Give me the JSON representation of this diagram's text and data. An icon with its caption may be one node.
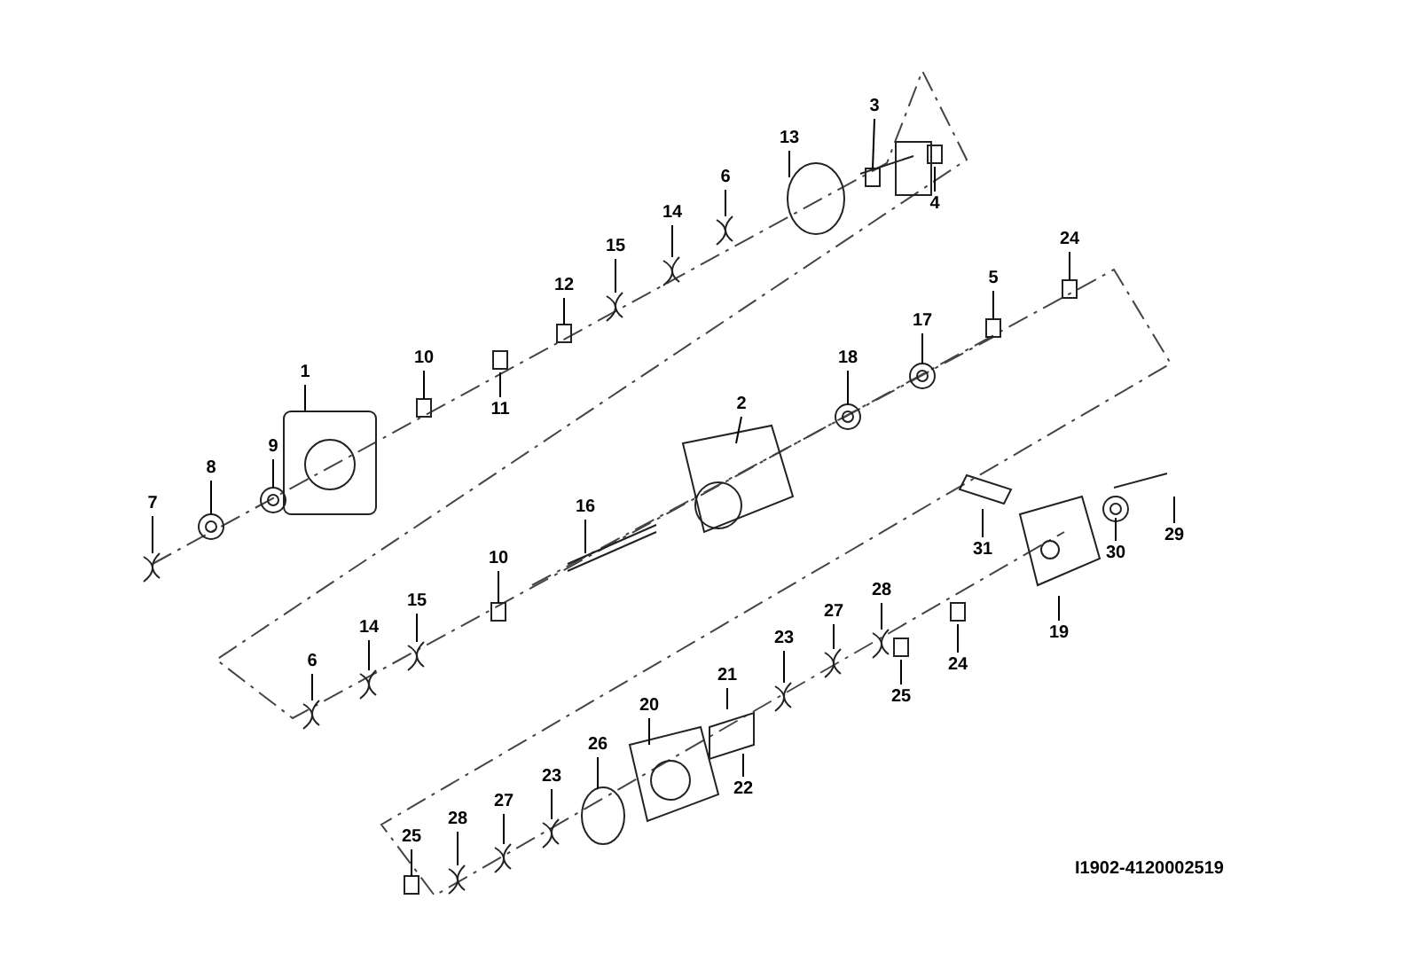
{
  "diagram": {
    "nodes": [
      {
        "text": [
          "1"
        ]
      },
      {
        "text": [
          "2"
        ]
      },
      {
        "text": [
          "3"
        ]
      },
      {
        "text": [
          "4"
        ]
      },
      {
        "text": [
          "5"
        ]
      },
      {
        "text": [
          "6"
        ]
      },
      {
        "text": [
          "7"
        ]
      },
      {
        "text": [
          "8"
        ]
      },
      {
        "text": [
          "9"
        ]
      },
      {
        "text": [
          "10"
        ]
      },
      {
        "text": [
          "11"
        ]
      },
      {
        "text": [
          "12"
        ]
      },
      {
        "text": [
          "13"
        ]
      },
      {
        "text": [
          "14"
        ]
      },
      {
        "text": [
          "15"
        ]
      },
      {
        "text": [
          "16"
        ]
      },
      {
        "text": [
          "17"
        ]
      },
      {
        "text": [
          "18"
        ]
      },
      {
        "text": [
          "24"
        ]
      },
      {
        "text": [
          "31"
        ]
      },
      {
        "text": [
          "30"
        ]
      },
      {
        "text": [
          "29"
        ]
      },
      {
        "text": [
          "10"
        ]
      },
      {
        "text": [
          "6"
        ]
      },
      {
        "text": [
          "14"
        ]
      },
      {
        "text": [
          "15"
        ]
      },
      {
        "text": [
          "19"
        ]
      },
      {
        "text": [
          "23"
        ]
      },
      {
        "text": [
          "27"
        ]
      },
      {
        "text": [
          "28"
        ]
      },
      {
        "text": [
          "24"
        ]
      },
      {
        "text": [
          "25"
        ]
      },
      {
        "text": [
          "21"
        ]
      },
      {
        "text": [
          "22"
        ]
      },
      {
        "text": [
          "20"
        ]
      },
      {
        "text": [
          "26"
        ]
      },
      {
        "text": [
          "23"
        ]
      },
      {
        "text": [
          "27"
        ]
      },
      {
        "text": [
          "28"
        ]
      },
      {
        "text": [
          "25"
        ]
      }
    ],
    "edges": [
      {
        "from": 0,
        "to": null,
        "arrow": "none"
      },
      {
        "from": 1,
        "to": null,
        "arrow": "none"
      },
      {
        "from": 2,
        "to": null,
        "arrow": "none"
      },
      {
        "from": 3,
        "to": null,
        "arrow": "none"
      },
      {
        "from": 4,
        "to": null,
        "arrow": "none"
      },
      {
        "from": 5,
        "to": null,
        "arrow": "none"
      },
      {
        "from": 6,
        "to": null,
        "arrow": "none"
      },
      {
        "from": 7,
        "to": null,
        "arrow": "none"
      },
      {
        "from": 8,
        "to": null,
        "arrow": "none"
      },
      {
        "from": 9,
        "to": null,
        "arrow": "none"
      },
      {
        "from": 10,
        "to": null,
        "arrow": "none"
      },
      {
        "from": 11,
        "to": null,
        "arrow": "none"
      },
      {
        "from": 12,
        "to": null,
        "arrow": "none"
      },
      {
        "from": 13,
        "to": null,
        "arrow": "none"
      },
      {
        "from": 14,
        "to": null,
        "arrow": "none"
      },
      {
        "from": 15,
        "to": null,
        "arrow": "none"
      },
      {
        "from": 16,
        "to": null,
        "arrow": "none"
      },
      {
        "from": 17,
        "to": null,
        "arrow": "none"
      },
      {
        "from": 18,
        "to": null,
        "arrow": "none"
      },
      {
        "from": 19,
        "to": null,
        "arrow": "none"
      },
      {
        "from": 20,
        "to": null,
        "arrow": "none"
      },
      {
        "from": 21,
        "to": null,
        "arrow": "none"
      },
      {
        "from": 22,
        "to": null,
        "arrow": "none"
      },
      {
        "from": 23,
        "to": null,
        "arrow": "none"
      },
      {
        "from": 24,
        "to": null,
        "arrow": "none"
      },
      {
        "from": 25,
        "to": null,
        "arrow": "none"
      },
      {
        "from": 26,
        "to": null,
        "arrow": "none"
      },
      {
        "from": 27,
        "to": null,
        "arrow": "none"
      },
      {
        "from": 28,
        "to": null,
        "arrow": "none"
      },
      {
        "from": 29,
        "to": null,
        "arrow": "none"
      },
      {
        "from": 30,
        "to": null,
        "arrow": "none"
      },
      {
        "from": 31,
        "to": null,
        "arrow": "none"
      },
      {
        "from": 32,
        "to": null,
        "arrow": "none"
      },
      {
        "from": 33,
        "to": null,
        "arrow": "none"
      },
      {
        "from": 34,
        "to": null,
        "arrow": "none"
      },
      {
        "from": 35,
        "to": null,
        "arrow": "none"
      },
      {
        "from": 36,
        "to": null,
        "arrow": "none"
      },
      {
        "from": 37,
        "to": null,
        "arrow": "none"
      },
      {
        "from": 38,
        "to": null,
        "arrow": "none"
      },
      {
        "from": 39,
        "to": null,
        "arrow": "none"
      }
    ],
    "labels": [
      "I1902-4120002519"
    ]
  }
}
